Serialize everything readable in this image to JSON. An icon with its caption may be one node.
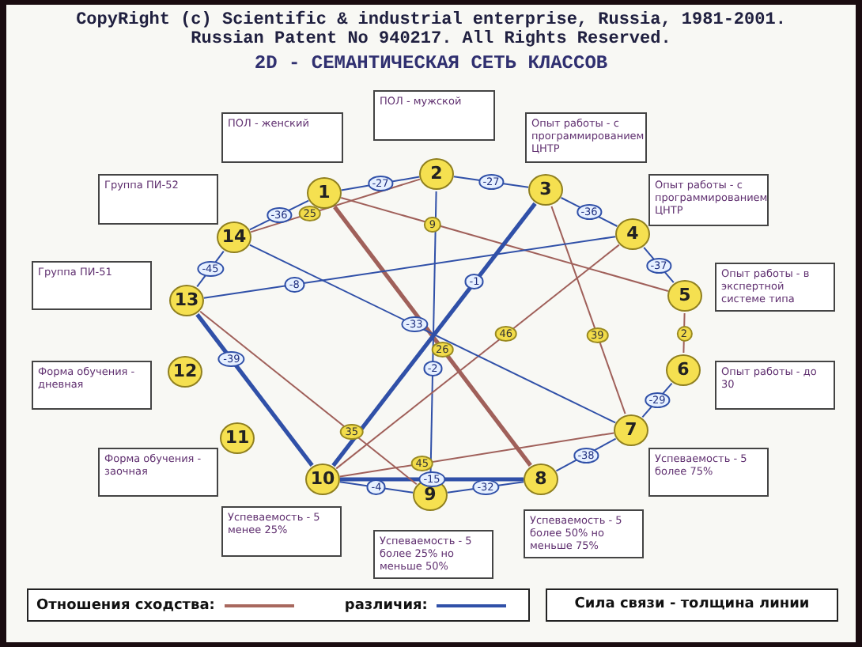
{
  "diagram": {
    "title": "2D - СЕМАНТИЧЕСКАЯ СЕТЬ КЛАССОВ",
    "nodes": [
      {
        "text": [
          "1"
        ]
      },
      {
        "text": [
          "2"
        ]
      },
      {
        "text": [
          "3"
        ]
      },
      {
        "text": [
          "4"
        ]
      },
      {
        "text": [
          "5"
        ]
      },
      {
        "text": [
          "6"
        ]
      },
      {
        "text": [
          "7"
        ]
      },
      {
        "text": [
          "8"
        ]
      },
      {
        "text": [
          "9"
        ]
      },
      {
        "text": [
          "10"
        ]
      },
      {
        "text": [
          "11"
        ]
      },
      {
        "text": [
          "12"
        ]
      },
      {
        "text": [
          "13"
        ]
      },
      {
        "text": [
          "14"
        ]
      },
      {
        "text": [
          "ПОЛ - женский"
        ]
      },
      {
        "text": [
          "ПОЛ - мужской"
        ]
      },
      {
        "text": [
          "Опыт работы - с программированием ЦНТР"
        ]
      },
      {
        "text": [
          "Опыт работы - с программированием ЦНТР"
        ]
      },
      {
        "text": [
          "Опыт работы - в экспертной системе типа"
        ]
      },
      {
        "text": [
          "Опыт работы - до 30"
        ]
      },
      {
        "text": [
          "Успеваемость - 5 более 75%"
        ]
      },
      {
        "text": [
          "Успеваемость - 5 более 50% но меньше 75%"
        ]
      },
      {
        "text": [
          "Успеваемость - 5 более 25% но меньше 50%"
        ]
      },
      {
        "text": [
          "Успеваемость - 5 менее 25%"
        ]
      },
      {
        "text": [
          "Форма обучения - заочная"
        ]
      },
      {
        "text": [
          "Форма обучения - дневная"
        ]
      },
      {
        "text": [
          "Группа ПИ-51"
        ]
      },
      {
        "text": [
          "Группа ПИ-52"
        ]
      }
    ],
    "edges": [
      {
        "from": 0,
        "to": 1,
        "arrow": "none",
        "label": "-27"
      },
      {
        "from": 1,
        "to": 2,
        "arrow": "none",
        "label": "-27"
      },
      {
        "from": 13,
        "to": 0,
        "arrow": "none",
        "label": "-36"
      },
      {
        "from": 13,
        "to": 12,
        "arrow": "none",
        "label": "-45"
      },
      {
        "from": 2,
        "to": 3,
        "arrow": "none",
        "label": "-36"
      },
      {
        "from": 3,
        "to": 4,
        "arrow": "none",
        "label": "-37"
      },
      {
        "from": 4,
        "to": 5,
        "arrow": "none",
        "label": "2",
        "color": "#a0605a"
      },
      {
        "from": 5,
        "to": 6,
        "arrow": "none",
        "label": "-29"
      },
      {
        "from": 6,
        "to": 7,
        "arrow": "none",
        "label": "-38"
      },
      {
        "from": 7,
        "to": 8,
        "arrow": "none",
        "label": "-32"
      },
      {
        "from": 8,
        "to": 9,
        "arrow": "none",
        "label": "-4"
      },
      {
        "from": 9,
        "to": 7,
        "arrow": "none",
        "label": "-15",
        "style": "thick"
      },
      {
        "from": 12,
        "to": 9,
        "arrow": "none",
        "label": "-39",
        "style": "thick"
      },
      {
        "from": 13,
        "to": 1,
        "arrow": "none",
        "label": "25",
        "color": "#a0605a"
      },
      {
        "from": 0,
        "to": 7,
        "arrow": "none",
        "label": "26",
        "color": "#a0605a",
        "style": "thick"
      },
      {
        "from": 1,
        "to": 8,
        "arrow": "none",
        "label": "-2"
      },
      {
        "from": 0,
        "to": 4,
        "arrow": "none",
        "label": "9",
        "color": "#a0605a"
      },
      {
        "from": 2,
        "to": 9,
        "arrow": "none",
        "label": "-1",
        "style": "thick"
      },
      {
        "from": 12,
        "to": 8,
        "arrow": "none",
        "label": "35",
        "color": "#a0605a"
      },
      {
        "from": 3,
        "to": 9,
        "arrow": "none",
        "label": "46",
        "color": "#a0605a"
      },
      {
        "from": 2,
        "to": 6,
        "arrow": "none",
        "label": "39",
        "color": "#a0605a"
      },
      {
        "from": 13,
        "to": 6,
        "arrow": "none",
        "label": "-33"
      },
      {
        "from": 6,
        "to": 9,
        "arrow": "none",
        "label": "45",
        "color": "#a0605a"
      },
      {
        "from": 12,
        "to": 3,
        "arrow": "none",
        "label": "-8"
      }
    ],
    "labels": [
      "CopyRight (c) Scientific & industrial enterprise, Russia, 1981-2001.",
      "Russian Patent No 940217. All Rights Reserved.",
      "Сила связи - толщина линии"
    ],
    "legend": [
      {
        "text": "Отношения сходства:"
      },
      {
        "text": "различия:"
      }
    ]
  }
}
